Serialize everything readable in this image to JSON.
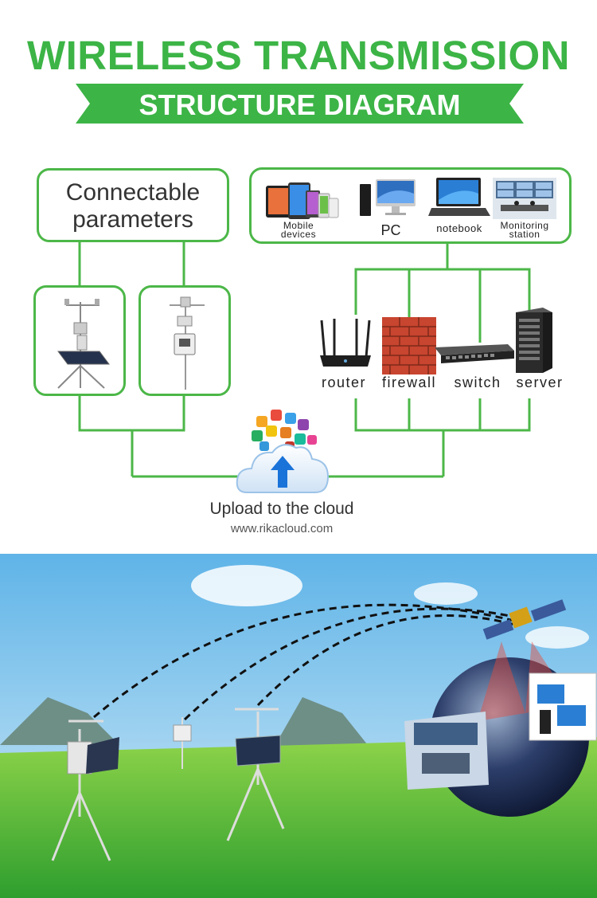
{
  "header": {
    "title": "WIRELESS TRANSMISSION",
    "subtitle": "STRUCTURE DIAGRAM"
  },
  "params_box": {
    "line1": "Connectable",
    "line2": "parameters"
  },
  "terminals": {
    "mobile_line1": "Mobile",
    "mobile_line2": "devices",
    "pc": "PC",
    "notebook": "notebook",
    "monitoring_line1": "Monitoring",
    "monitoring_line2": "station"
  },
  "network": {
    "router": "router",
    "firewall": "firewall",
    "switch": "switch",
    "server": "server"
  },
  "cloud": {
    "caption": "Upload to the cloud",
    "url": "www.rikacloud.com"
  },
  "colors": {
    "brand_green": "#3cb446",
    "line_green": "#4cb748",
    "arrow_blue": "#1a73d9"
  }
}
